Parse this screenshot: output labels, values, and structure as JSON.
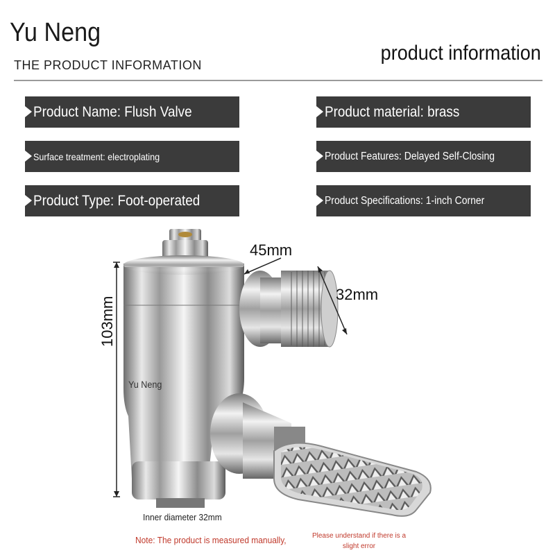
{
  "header": {
    "brand": "Yu Neng",
    "subtitle": "THE PRODUCT INFORMATION",
    "right_title": "product information"
  },
  "info": [
    "Product Name: Flush Valve",
    "Product material: brass",
    "Surface treatment: electroplating",
    "Product Features: Delayed Self-Closing",
    "Product Type: Foot-operated",
    "Product Specifications: 1-inch Corner"
  ],
  "product": {
    "brand_mark": "Yu Neng",
    "dim_top": "45mm",
    "dim_outlet": "32mm",
    "dim_height": "103mm",
    "inner_diameter": "Inner diameter 32mm"
  },
  "notes": {
    "note": "Note: The product is measured manually,",
    "note2": "Please understand if there is a slight error"
  },
  "colors": {
    "panel": "#3b3b3b",
    "note": "#c0392b",
    "rule": "#9a9a9a"
  }
}
